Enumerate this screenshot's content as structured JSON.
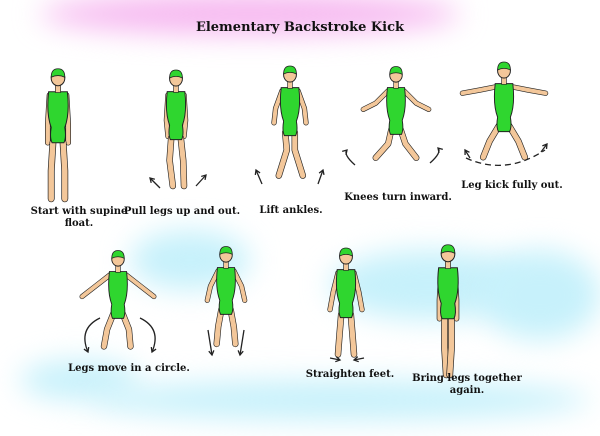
{
  "title": "Elementary Backstroke Kick",
  "colors": {
    "suit": "#2fd62f",
    "skin": "#f3c79a",
    "cap": "#2fd62f",
    "outline": "#222222",
    "highlight_pink": "#f6b7f0",
    "highlight_aqua": "#c7f1fb"
  },
  "steps": [
    {
      "lines": [
        "Start with supine",
        "float."
      ],
      "pose": "float",
      "arrows": "none"
    },
    {
      "lines": [
        "Pull legs up and out."
      ],
      "pose": "pull",
      "arrows": "out-up"
    },
    {
      "lines": [
        "Lift ankles."
      ],
      "pose": "lift",
      "arrows": "up"
    },
    {
      "lines": [
        "Knees turn inward."
      ],
      "pose": "knees",
      "arrows": "curl-up"
    },
    {
      "lines": [
        "Leg kick fully out."
      ],
      "pose": "kick",
      "arrows": "wide"
    },
    {
      "lines": [
        "Legs move in a circle."
      ],
      "pose": "circle",
      "arrows": "circle-down"
    },
    {
      "lines": [
        ""
      ],
      "pose": "sweep",
      "arrows": "sweep-down"
    },
    {
      "lines": [
        "Straighten feet."
      ],
      "pose": "straighten",
      "arrows": "in"
    },
    {
      "lines": [
        "Bring legs together",
        "again."
      ],
      "pose": "together",
      "arrows": "none"
    }
  ]
}
